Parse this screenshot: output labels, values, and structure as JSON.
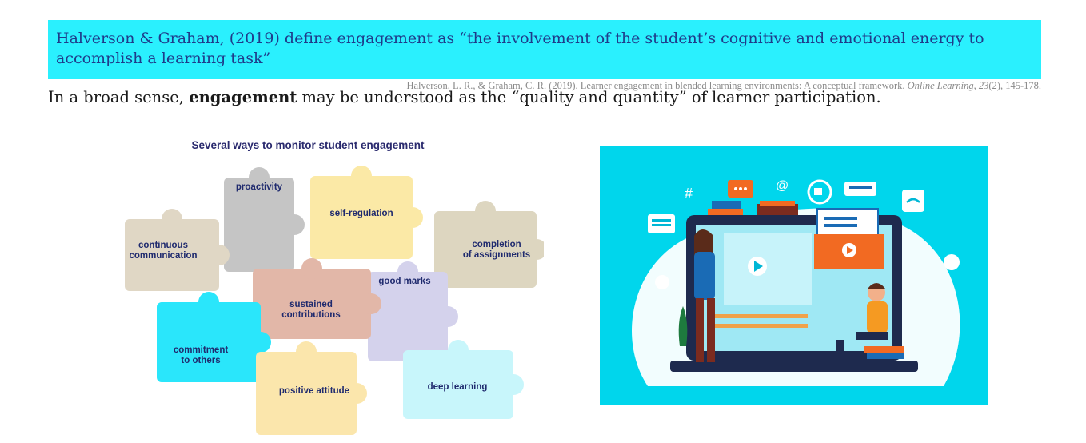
{
  "banner": {
    "text": "Halverson & Graham, (2019) define engagement as “the involvement of the student’s cognitive and emotional energy to accomplish a learning task”"
  },
  "citation": {
    "authors": "Halverson, L. R., & Graham, C. R. (2019). Learner engagement in blended learning environments: A conceptual framework.",
    "journal": "Online Learning",
    "volume": "23",
    "issue_pages": "(2), 145-178."
  },
  "definition": {
    "prefix": "In a broad sense,",
    "term": "engagement",
    "suffix": "may be understood as the “quality and quantity” of learner participation."
  },
  "puzzle": {
    "title": "Several ways to monitor student engagement",
    "pieces": [
      {
        "id": "proactivity",
        "lines": [
          "proactivity"
        ],
        "color": "#c5c5c5"
      },
      {
        "id": "self-regulation",
        "lines": [
          "self-regulation"
        ],
        "color": "#fbe9a6"
      },
      {
        "id": "continuous-communication",
        "lines": [
          "continuous",
          "communication"
        ],
        "color": "#e0d7c5"
      },
      {
        "id": "completion-of-assignments",
        "lines": [
          "completion",
          "of assignments"
        ],
        "color": "#ddd6c0"
      },
      {
        "id": "good-marks",
        "lines": [
          "good marks"
        ],
        "color": "#d4d2ec"
      },
      {
        "id": "sustained-contributions",
        "lines": [
          "sustained",
          "contributions"
        ],
        "color": "#e2b7a8"
      },
      {
        "id": "commitment-to-others",
        "lines": [
          "commitment",
          "to others"
        ],
        "color": "#2ae6fb"
      },
      {
        "id": "positive-attitude",
        "lines": [
          "positive attitude"
        ],
        "color": "#fbe6ac"
      },
      {
        "id": "deep-learning",
        "lines": [
          "deep learning"
        ],
        "color": "#c8f6fb"
      }
    ]
  },
  "colors": {
    "banner": "#2af0fe",
    "banner_text": "#1f3b8a",
    "illustration_bg": "#00d6ec"
  },
  "illustration": {
    "subject": "two-students-with-laptop-illustration"
  }
}
